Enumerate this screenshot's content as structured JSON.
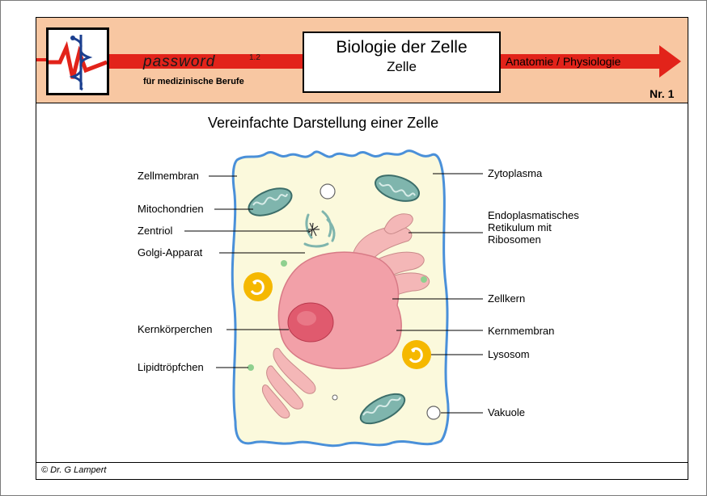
{
  "header": {
    "brand": "password",
    "brand_version": "1.2",
    "brand_subtitle": "für medizinische Berufe",
    "title": "Biologie der Zelle",
    "subtitle": "Zelle",
    "section": "Anatomie / Physiologie",
    "number": "Nr. 1",
    "colors": {
      "background": "#f8c7a2",
      "arrow": "#e2231a"
    }
  },
  "diagram": {
    "title": "Vereinfachte Darstellung einer Zelle",
    "labels_left": {
      "zellmembran": "Zellmembran",
      "mitochondrien": "Mitochondrien",
      "zentriol": "Zentriol",
      "golgi": "Golgi-Apparat",
      "kernkoerperchen": "Kernkörperchen",
      "lipidtroepfchen": "Lipidtröpfchen"
    },
    "labels_right": {
      "zytoplasma": "Zytoplasma",
      "er_line1": "Endoplasmatisches",
      "er_line2": "Retikulum mit",
      "er_line3": "Ribosomen",
      "zellkern": "Zellkern",
      "kernmembran": "Kernmembran",
      "lysosom": "Lysosom",
      "vakuole": "Vakuole"
    },
    "colors": {
      "cytoplasm": "#fbf9dc",
      "membrane": "#4a90d9",
      "nucleus": "#f2a0a8",
      "nucleolus": "#e05a6e",
      "mitochondria": "#7fb5ad",
      "er": "#f4b7b7",
      "lysosome": "#f5b800",
      "lipid": "#8fd08f"
    }
  },
  "footer": {
    "copyright": "© Dr. G Lampert"
  }
}
